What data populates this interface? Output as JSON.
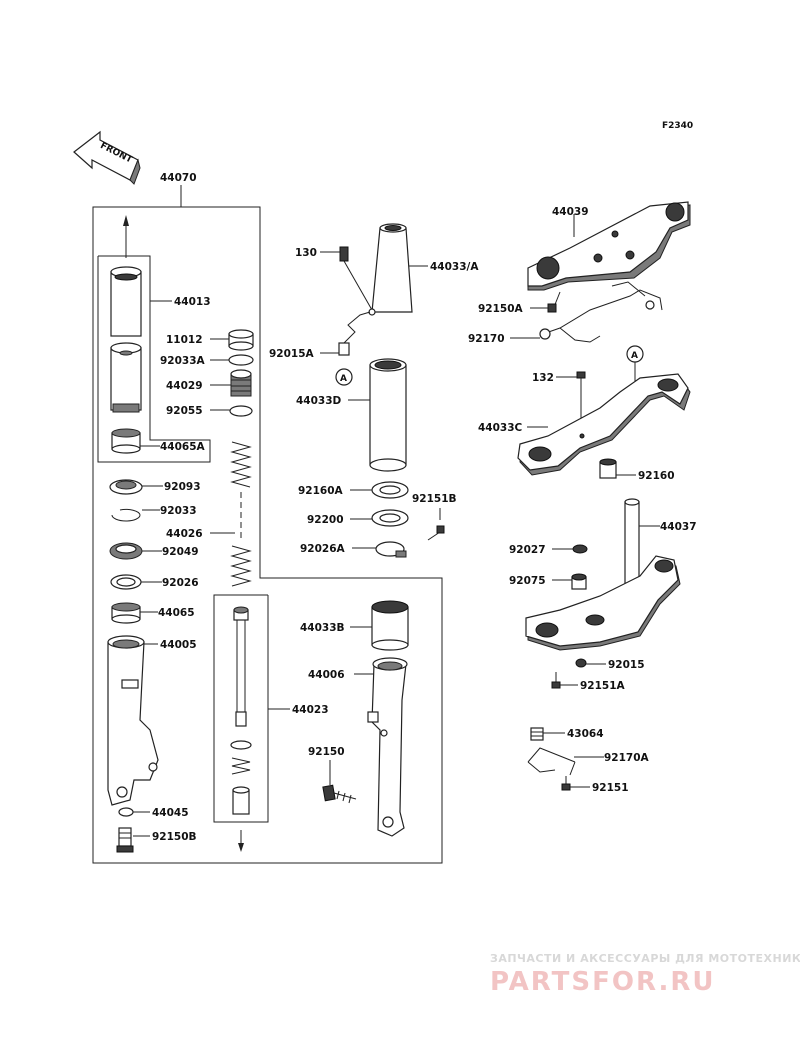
{
  "figure_code": "F2340",
  "front_label": "FRONT",
  "watermark": {
    "line1": "ЗАПЧАСТИ И АКСЕССУАРЫ ДЛЯ МОТОТЕХНИКИ",
    "line2": "PARTSFOR.RU"
  },
  "parts": {
    "p44070": "44070",
    "p44013": "44013",
    "p11012": "11012",
    "p92033A": "92033A",
    "p44029": "44029",
    "p92055": "92055",
    "p44065A": "44065A",
    "p92093": "92093",
    "p92033": "92033",
    "p44026": "44026",
    "p92049": "92049",
    "p92026": "92026",
    "p44065": "44065",
    "p44005": "44005",
    "p44023": "44023",
    "p44045": "44045",
    "p92150B": "92150B",
    "p130": "130",
    "p44033A": "44033/A",
    "p92015A": "92015A",
    "p44033D": "44033D",
    "p92160A": "92160A",
    "p92151B": "92151B",
    "p92200": "92200",
    "p92026A": "92026A",
    "p44033B": "44033B",
    "p44006": "44006",
    "p92150": "92150",
    "p44039": "44039",
    "p92150A": "92150A",
    "p92170": "92170",
    "p132": "132",
    "p44033C": "44033C",
    "p92160": "92160",
    "p44037": "44037",
    "p92027": "92027",
    "p92075": "92075",
    "p92015": "92015",
    "p92151A": "92151A",
    "p43064": "43064",
    "p92170A": "92170A",
    "p92151": "92151"
  },
  "ref_mark": "A"
}
